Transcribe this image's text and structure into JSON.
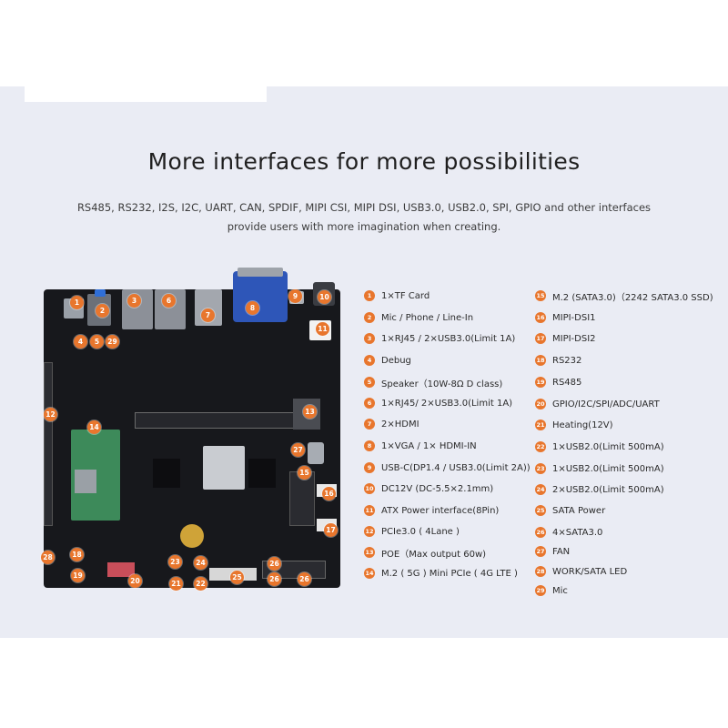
{
  "headline": "More interfaces for more possibilities",
  "subline_1": "RS485, RS232, I2S, I2C, UART, CAN, SPDIF, MIPI CSI, MIPI DSI, USB3.0, USB2.0, SPI, GPIO and other interfaces",
  "subline_2": "provide users with more imagination when creating.",
  "accent_color": "#e8762d",
  "board_markers": [
    "1",
    "2",
    "3",
    "6",
    "7",
    "8",
    "9",
    "10",
    "4",
    "5",
    "29",
    "11",
    "12",
    "14",
    "13",
    "27",
    "15",
    "16",
    "17",
    "28",
    "18",
    "19",
    "20",
    "21",
    "22",
    "23",
    "24",
    "25",
    "26",
    "26",
    "26"
  ],
  "legend_left": [
    {
      "num": "1",
      "label": "1×TF Card"
    },
    {
      "num": "2",
      "label": "Mic / Phone / Line-In"
    },
    {
      "num": "3",
      "label": "1×RJ45 / 2×USB3.0(Limit 1A)"
    },
    {
      "num": "4",
      "label": "Debug"
    },
    {
      "num": "5",
      "label": "Speaker（10W-8Ω D class)"
    },
    {
      "num": "6",
      "label": "1×RJ45/ 2×USB3.0(Limit 1A)"
    },
    {
      "num": "7",
      "label": "2×HDMI"
    },
    {
      "num": "8",
      "label": "1×VGA / 1× HDMI-IN"
    },
    {
      "num": "9",
      "label": "USB-C(DP1.4 / USB3.0(Limit 2A))"
    },
    {
      "num": "10",
      "label": "DC12V (DC-5.5×2.1mm)"
    },
    {
      "num": "11",
      "label": "ATX Power interface(8Pin)"
    },
    {
      "num": "12",
      "label": "PCIe3.0 ( 4Lane )"
    },
    {
      "num": "13",
      "label": "POE（Max output 60w)"
    },
    {
      "num": "14",
      "label": "M.2 ( 5G ) Mini PCIe ( 4G LTE )"
    }
  ],
  "legend_right": [
    {
      "num": "15",
      "label": "M.2 (SATA3.0)（2242 SATA3.0 SSD)"
    },
    {
      "num": "16",
      "label": "MIPI-DSI1"
    },
    {
      "num": "17",
      "label": "MIPI-DSI2"
    },
    {
      "num": "18",
      "label": "RS232"
    },
    {
      "num": "19",
      "label": "RS485"
    },
    {
      "num": "20",
      "label": "GPIO/I2C/SPI/ADC/UART"
    },
    {
      "num": "21",
      "label": "Heating(12V)"
    },
    {
      "num": "22",
      "label": "1×USB2.0(Limit 500mA)"
    },
    {
      "num": "23",
      "label": "1×USB2.0(Limit 500mA)"
    },
    {
      "num": "24",
      "label": "2×USB2.0(Limit 500mA)"
    },
    {
      "num": "25",
      "label": "SATA Power"
    },
    {
      "num": "26",
      "label": "4×SATA3.0"
    },
    {
      "num": "27",
      "label": "FAN"
    },
    {
      "num": "28",
      "label": "WORK/SATA LED"
    },
    {
      "num": "29",
      "label": "Mic"
    }
  ]
}
